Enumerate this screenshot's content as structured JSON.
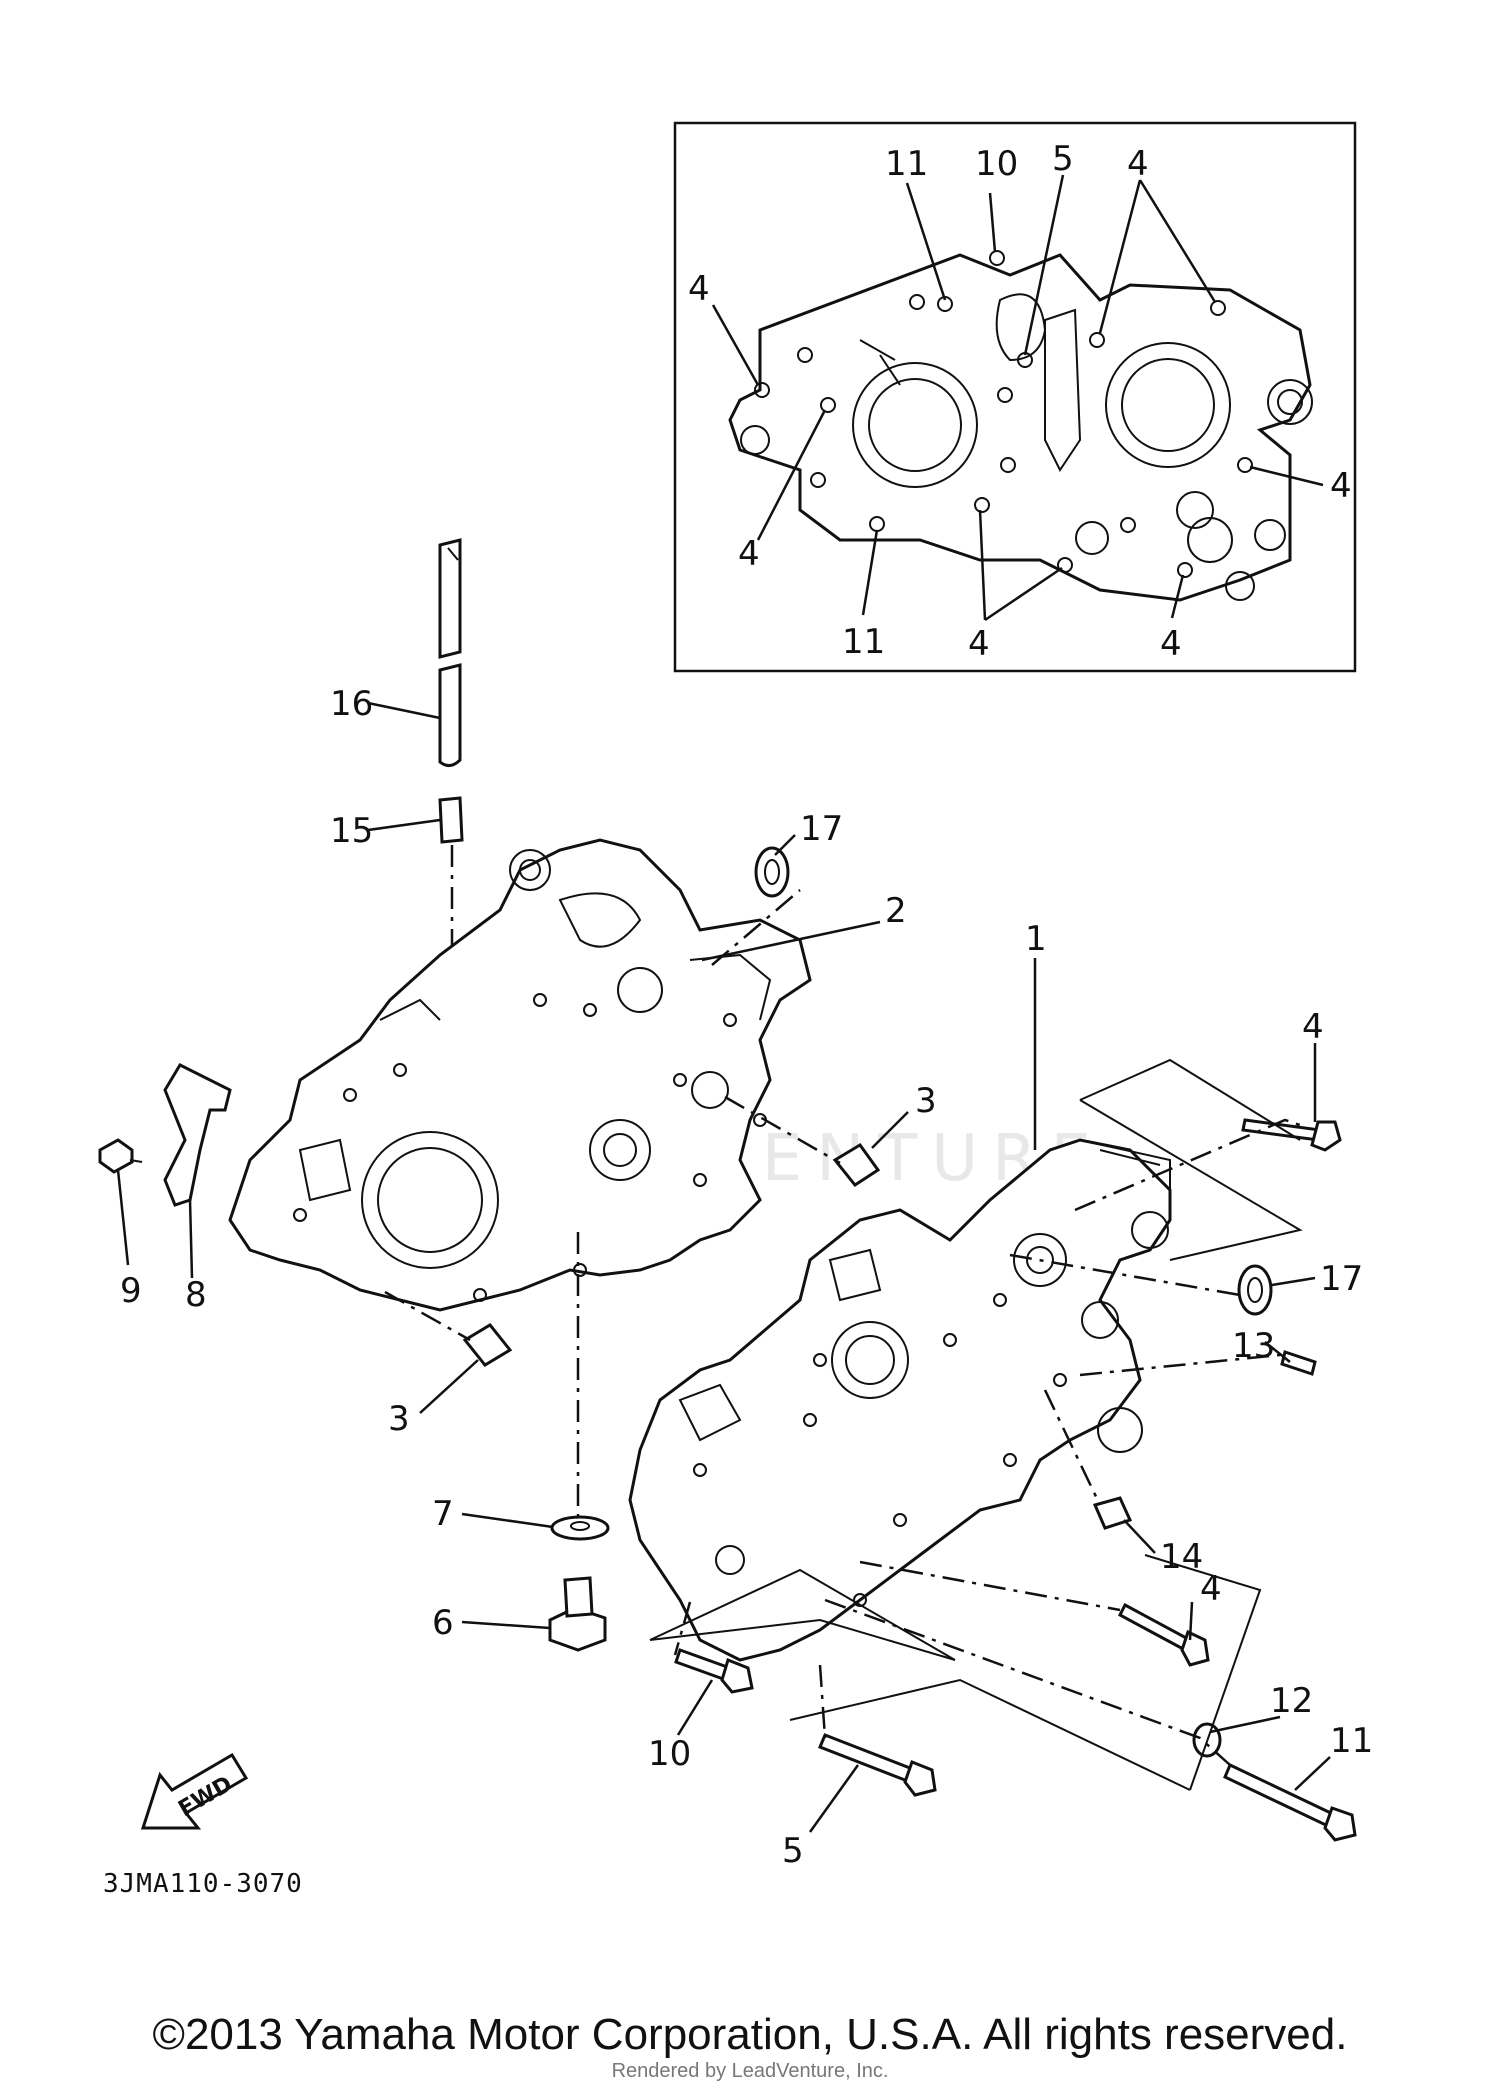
{
  "diagram": {
    "part_code": "3JMA110-3070",
    "fwd_label": "FWD",
    "watermark": "LEADVENTURE",
    "inset_callouts": [
      "11",
      "10",
      "5",
      "4",
      "4",
      "4",
      "4",
      "11",
      "4",
      "4"
    ],
    "callouts": [
      "1",
      "2",
      "3",
      "3",
      "4",
      "4",
      "5",
      "6",
      "7",
      "8",
      "9",
      "10",
      "11",
      "12",
      "13",
      "14",
      "15",
      "16",
      "17",
      "17"
    ]
  },
  "footer": {
    "copyright": "©2013 Yamaha Motor Corporation, U.S.A. All rights reserved.",
    "rendered_by": "Rendered by LeadVenture, Inc."
  }
}
